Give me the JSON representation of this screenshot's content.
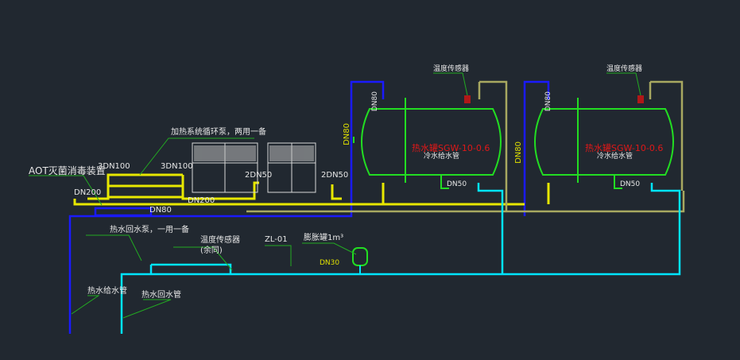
{
  "labels": {
    "aot": "AOT灭菌消毒装置",
    "heating_pump": "加热系统循环泵，两用一备",
    "dn100_left": "3DN100",
    "dn100_right": "3DN100",
    "dn200_main": "DN200",
    "dn200_second": "DN200",
    "dn80_bottom": "DN80",
    "dn50_unit1": "2DN50",
    "dn50_unit2": "2DN50",
    "dn80_vertical1": "DN80",
    "dn80_vertical2": "DN80",
    "dn80_tank1": "DN80",
    "dn80_tank2": "DN80",
    "temp_sensor_tank1": "温度传感器",
    "temp_sensor_tank2": "温度传感器",
    "tank1_name": "热水罐SGW-10-0.6",
    "tank2_name": "热水罐SGW-10-0.6",
    "tank1_cold": "冷水给水管",
    "tank2_cold": "冷水给水管",
    "tank1_dn50": "DN50",
    "tank2_dn50": "DN50",
    "return_pump": "热水回水泵，一用一备",
    "temp_sensor_return": "温度传感器",
    "same_note": "(余同)",
    "valve_code": "ZL-01",
    "expansion_tank": "膨胀罐1m³",
    "dn_expansion": "DN30",
    "hot_supply": "热水给水管",
    "hot_return": "热水回水管"
  },
  "colors": {
    "background": "#212830",
    "yellow": "#e8e800",
    "blue": "#1a1aff",
    "cyan": "#00e5ff",
    "green": "#22dd22",
    "olive": "#a8a860",
    "red": "#e01818"
  }
}
